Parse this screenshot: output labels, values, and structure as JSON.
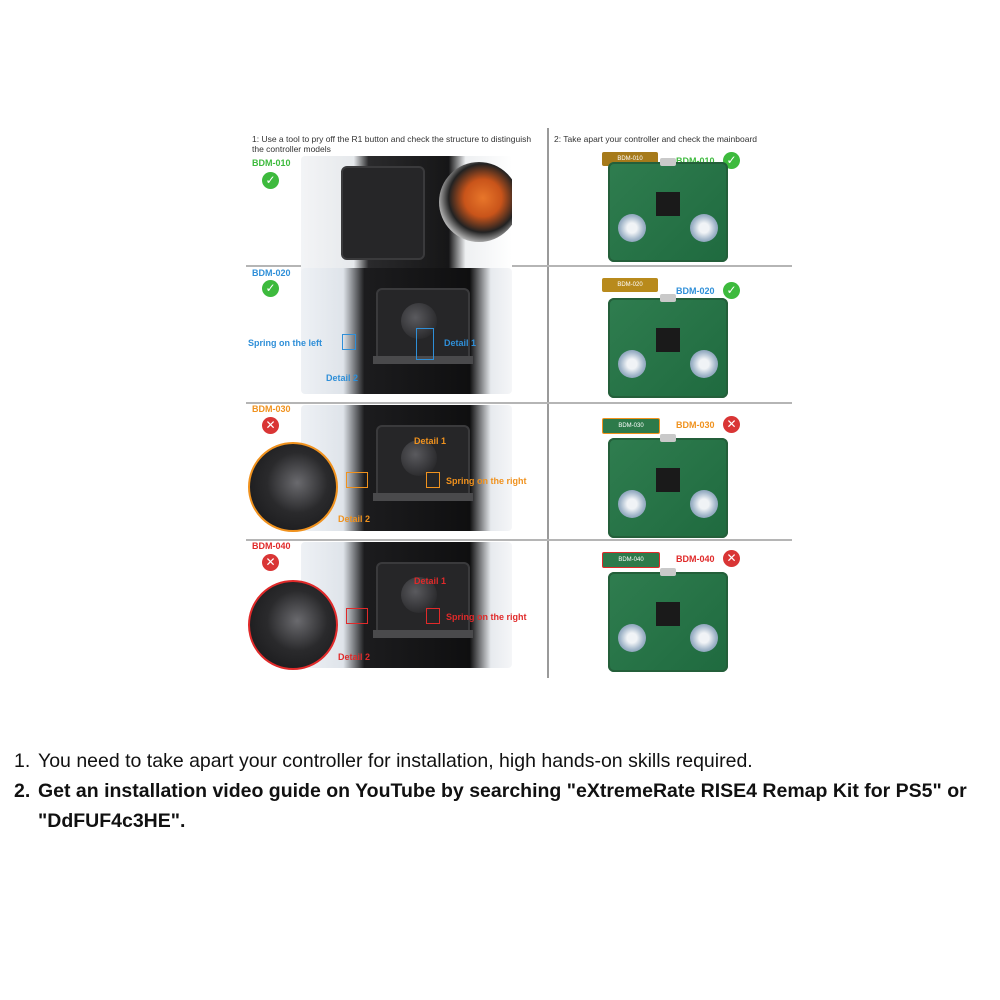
{
  "figure": {
    "left_header": "1: Use a tool to pry off the R1 button and check the structure to distinguish the controller models",
    "right_header": "2: Take apart your controller and check the mainboard",
    "rows": [
      {
        "model": "BDM-010",
        "status": "ok",
        "color": "#3dba3d",
        "annotations": []
      },
      {
        "model": "BDM-020",
        "status": "ok",
        "color": "#2f8fd8",
        "annotations": [
          "Spring on the left",
          "Detail 1",
          "Detail 2"
        ]
      },
      {
        "model": "BDM-030",
        "status": "bad",
        "color": "#f0921e",
        "annotations": [
          "Detail 1",
          "Spring on the right",
          "Detail 2"
        ]
      },
      {
        "model": "BDM-040",
        "status": "bad",
        "color": "#e02a2a",
        "annotations": [
          "Detail 1",
          "Spring on the right",
          "Detail 2"
        ]
      }
    ],
    "check_icon": "✓",
    "cross_icon": "✕"
  },
  "notes": [
    {
      "number": "1.",
      "text": "You need to take apart your controller for installation, high hands-on skills required."
    },
    {
      "number": "2.",
      "text": "Get an installation video guide on YouTube by searching \"eXtremeRate RISE4 Remap Kit for PS5\" or \"DdFUF4c3HE\"."
    }
  ]
}
